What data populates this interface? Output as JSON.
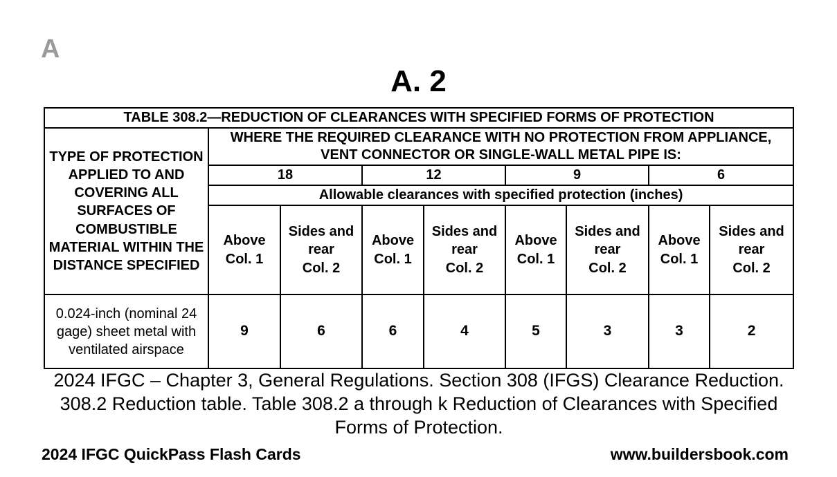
{
  "card": {
    "side_letter": "A",
    "title": "A. 2"
  },
  "table": {
    "caption": "TABLE 308.2—REDUCTION OF CLEARANCES WITH SPECIFIED FORMS OF PROTECTION",
    "type_header": "TYPE OF PROTECTION APPLIED TO AND COVERING ALL SURFACES OF COMBUSTIBLE MATERIAL WITHIN THE DISTANCE SPECIFIED",
    "where_header": "WHERE THE REQUIRED CLEARANCE WITH NO PROTECTION FROM APPLIANCE, VENT CONNECTOR OR SINGLE-WALL METAL PIPE IS:",
    "clearances": [
      "18",
      "12",
      "9",
      "6"
    ],
    "allowable_header": "Allowable clearances with specified protection (inches)",
    "columns": [
      {
        "name": "Above",
        "col": "Col. 1"
      },
      {
        "name": "Sides and rear",
        "col": "Col. 2"
      },
      {
        "name": "Above",
        "col": "Col. 1"
      },
      {
        "name": "Sides and rear",
        "col": "Col. 2"
      },
      {
        "name": "Above",
        "col": "Col. 1"
      },
      {
        "name": "Sides and rear",
        "col": "Col. 2"
      },
      {
        "name": "Above",
        "col": "Col. 1"
      },
      {
        "name": "Sides and rear",
        "col": "Col. 2"
      }
    ],
    "rows": [
      {
        "label": "0.024-inch (nominal 24 gage) sheet metal with ventilated airspace",
        "values": [
          "9",
          "6",
          "6",
          "4",
          "5",
          "3",
          "3",
          "2"
        ]
      }
    ]
  },
  "caption": "2024 IFGC – Chapter 3, General Regulations. Section 308 (IFGS) Clearance Reduction. 308.2 Reduction table. Table 308.2 a through k Reduction of Clearances with Specified Forms of Protection.",
  "footer": {
    "left": "2024 IFGC QuickPass Flash Cards",
    "right": "www.buildersbook.com"
  }
}
